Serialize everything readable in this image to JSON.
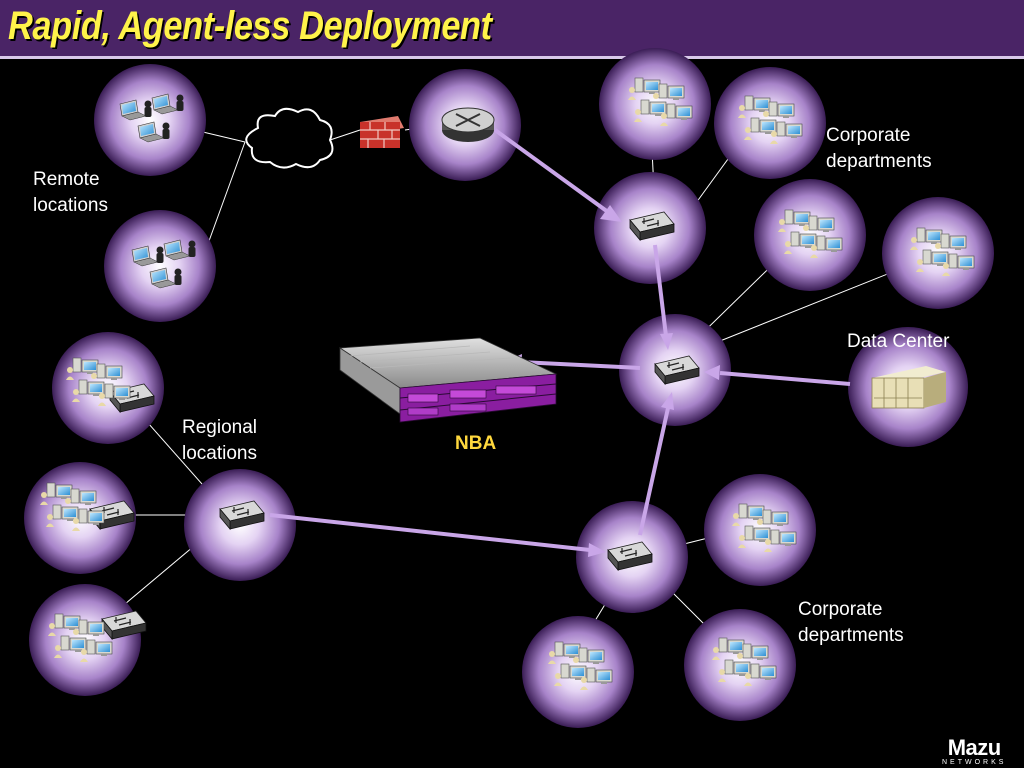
{
  "title": "Rapid, Agent-less Deployment",
  "labels": {
    "remote": "Remote\nlocations",
    "corporate_top": "Corporate\ndepartments",
    "data_center": "Data Center",
    "regional": "Regional\nlocations",
    "nba": "NBA",
    "corporate_bottom": "Corporate\ndepartments"
  },
  "logo": {
    "main": "Mazu",
    "sub": "NETWORKS"
  },
  "colors": {
    "title_bar": "#4a2466",
    "title_text": "#fff34a",
    "link": "#c9a6e8",
    "nba_label": "#ffd83d",
    "firewall": "#c8322a",
    "server_purple": "#a020b0"
  },
  "icons": {
    "remote": "laptop-icon",
    "cloud": "internet-cloud-icon",
    "firewall": "firewall-icon",
    "router": "router-icon",
    "switch": "network-switch-icon",
    "workstation": "workstation-icon",
    "data_center": "server-rack-icon",
    "nba": "rack-server-icon"
  }
}
